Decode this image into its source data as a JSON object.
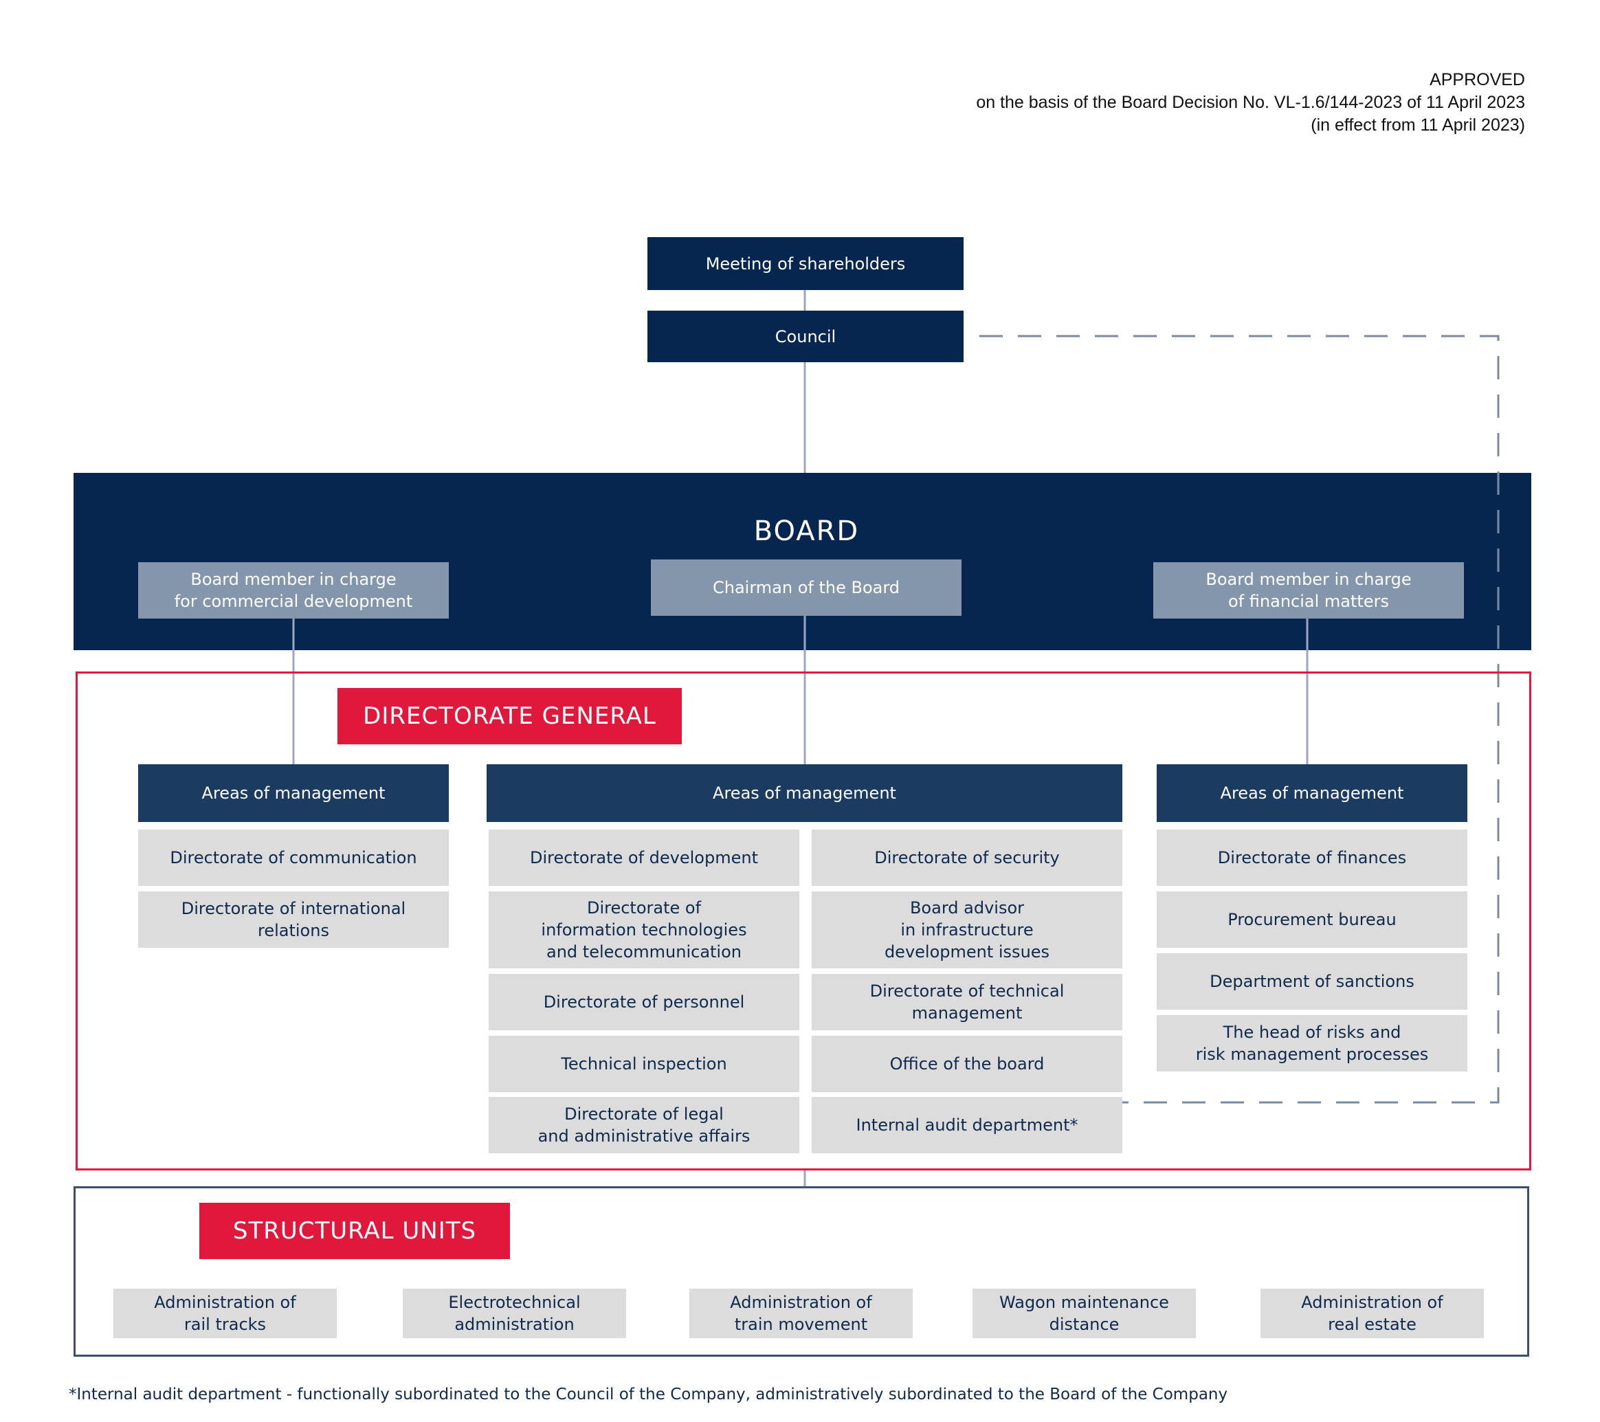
{
  "approval": {
    "line1": "APPROVED",
    "line2": "on the basis of the Board Decision No. VL-1.6/144-2023  of  11 April 2023",
    "line3": "(in effect from 11 April 2023)"
  },
  "top": {
    "meeting": "Meeting of shareholders",
    "council": "Council"
  },
  "board": {
    "title": "BOARD",
    "commercial": "Board member in charge\nfor commercial development",
    "chairman": "Chairman of the Board",
    "financial": "Board member in charge\nof financial matters"
  },
  "directorate": {
    "label": "DIRECTORATE GENERAL",
    "left": {
      "header": "Areas of management",
      "items": [
        "Directorate of communication",
        "Directorate of international\nrelations"
      ]
    },
    "center": {
      "header": "Areas of management",
      "col1": [
        "Directorate of development",
        "Directorate of\ninformation technologies\nand telecommunication",
        "Directorate of personnel",
        "Technical inspection",
        "Directorate of legal\nand administrative affairs"
      ],
      "col2": [
        "Directorate of security",
        "Board advisor\nin infrastructure\ndevelopment issues",
        "Directorate of technical\nmanagement",
        "Office of the board",
        "Internal audit department*"
      ]
    },
    "right": {
      "header": "Areas of management",
      "items": [
        "Directorate of finances",
        "Procurement bureau",
        "Department of sanctions",
        "The head of risks and\nrisk management processes"
      ]
    }
  },
  "structural": {
    "label": "STRUCTURAL UNITS",
    "units": [
      "Administration of\nrail tracks",
      "Electrotechnical\nadministration",
      "Administration of\ntrain movement",
      "Wagon maintenance\ndistance",
      "Administration of\nreal estate"
    ]
  },
  "footnote": "*Internal audit department - functionally subordinated to the Council of the Company, administratively subordinated to the Board of the Company",
  "colors": {
    "navy": "#06264f",
    "header_blue": "#1c3b61",
    "slate": "#8396ab",
    "gray": "#dcdcdc",
    "red": "#e0193c",
    "connector": "#9aa6bf"
  }
}
